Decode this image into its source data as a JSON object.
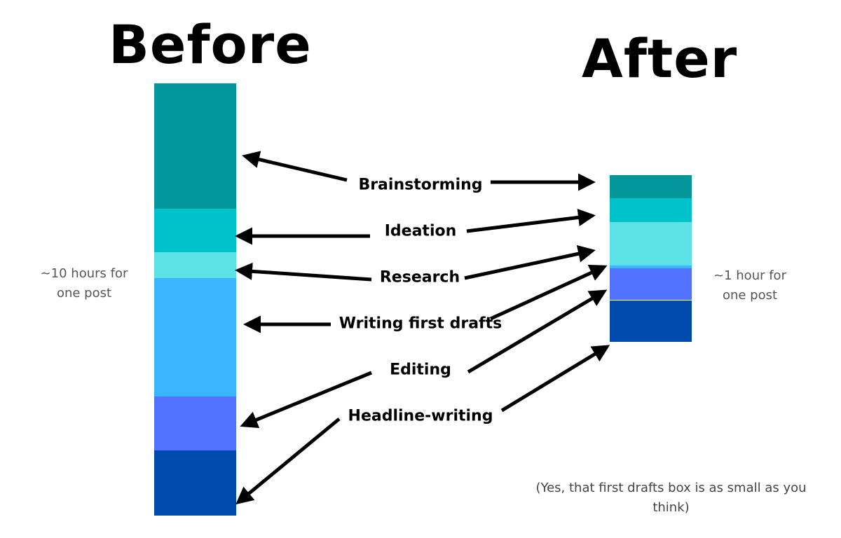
{
  "before": {
    "title": "Before",
    "note": "~10 hours for one post"
  },
  "after": {
    "title": "After",
    "note": "~1 hour for one post"
  },
  "footnote": "(Yes, that first drafts box is as small as you think)",
  "stages": [
    {
      "label": "Brainstorming",
      "color": "#03979c",
      "before_hours": 2.9,
      "after_hours": 0.14
    },
    {
      "label": "Ideation",
      "color": "#00c2cb",
      "before_hours": 1.0,
      "after_hours": 0.14
    },
    {
      "label": "Research",
      "color": "#5ce1e6",
      "before_hours": 0.6,
      "after_hours": 0.26
    },
    {
      "label": "Writing first drafts",
      "color": "#38b6ff",
      "before_hours": 2.75,
      "after_hours": 0.02
    },
    {
      "label": "Editing",
      "color": "#5271ff",
      "before_hours": 1.25,
      "after_hours": 0.19
    },
    {
      "label": "Headline-writing",
      "color": "#004aad",
      "before_hours": 1.5,
      "after_hours": 0.25
    }
  ]
}
